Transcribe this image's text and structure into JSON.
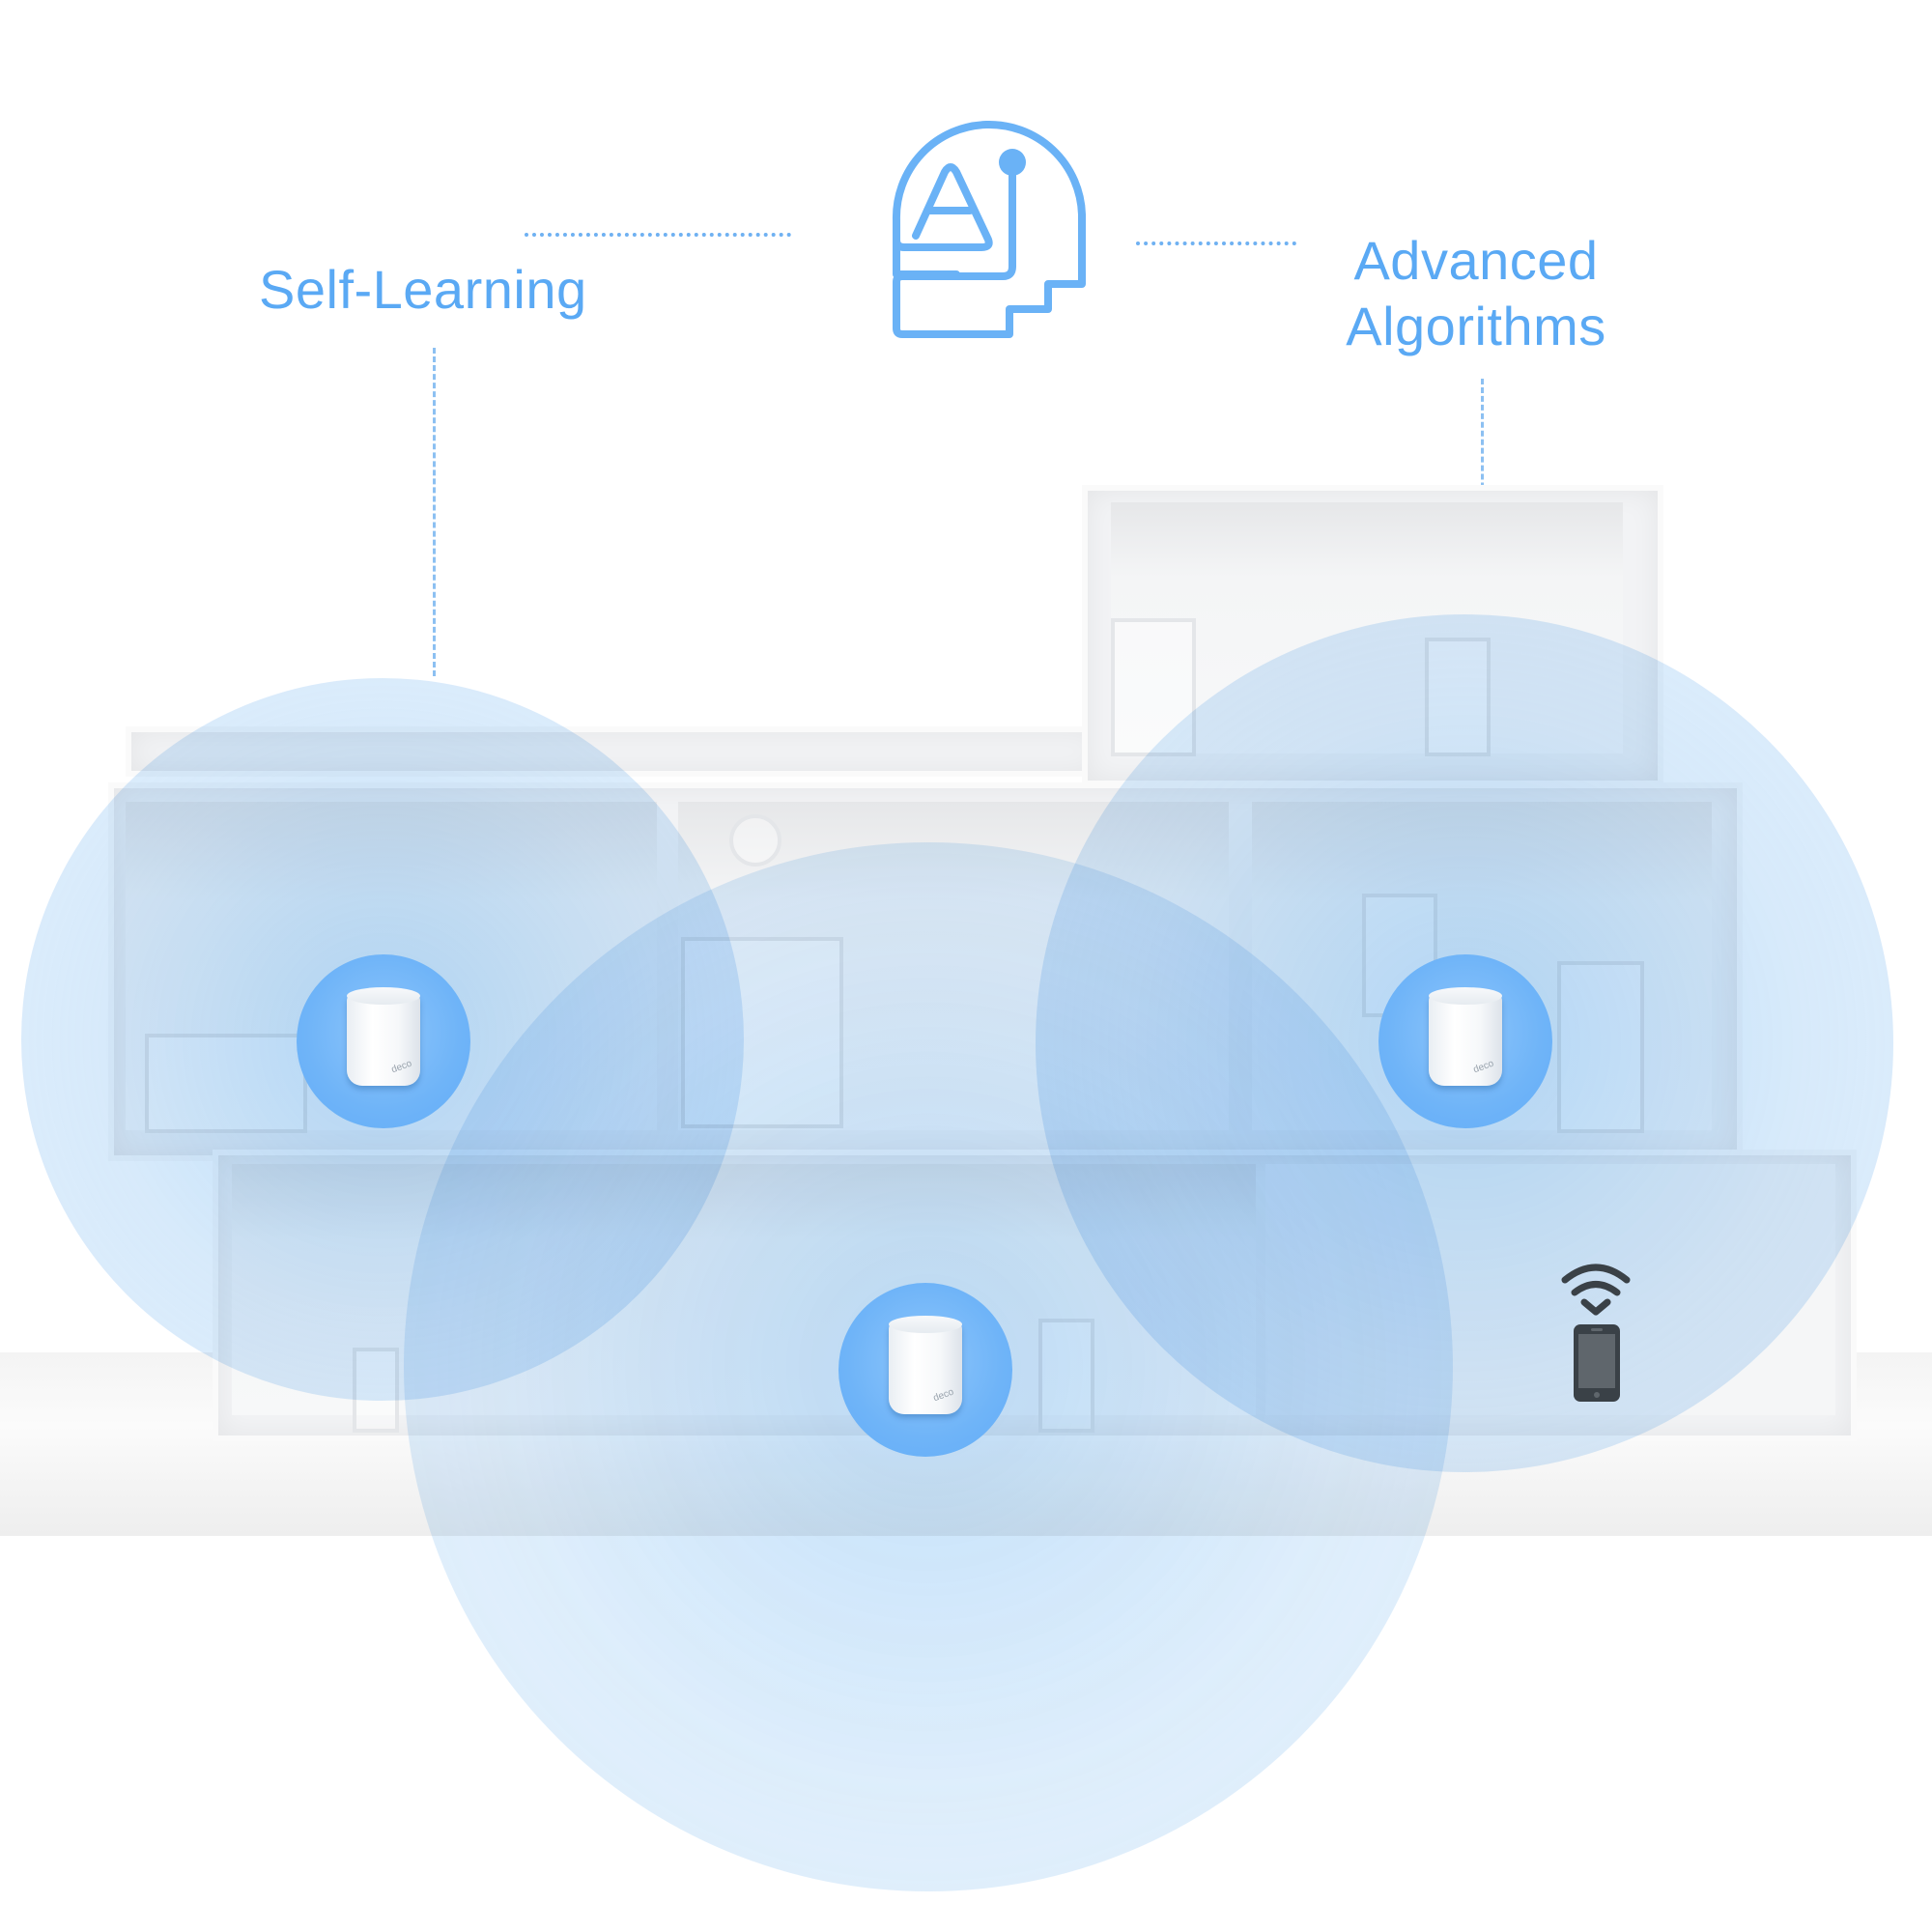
{
  "labels": {
    "left": "Self-Learning",
    "right_line1": "Advanced",
    "right_line2": "Algorithms"
  },
  "icons": {
    "center": "ai-head-icon",
    "client": "smartphone-wifi-icon",
    "node": "mesh-wifi-unit-icon"
  },
  "nodes": [
    {
      "name": "upstairs-left-node",
      "brand": "deco"
    },
    {
      "name": "ground-floor-center-node",
      "brand": "deco"
    },
    {
      "name": "upstairs-right-node",
      "brand": "deco"
    }
  ],
  "colors": {
    "accent_blue": "#5aa9f4",
    "node_disc": "#6fb4f8",
    "coverage": "#a8d2f7",
    "phone_dark": "#3a4147"
  }
}
